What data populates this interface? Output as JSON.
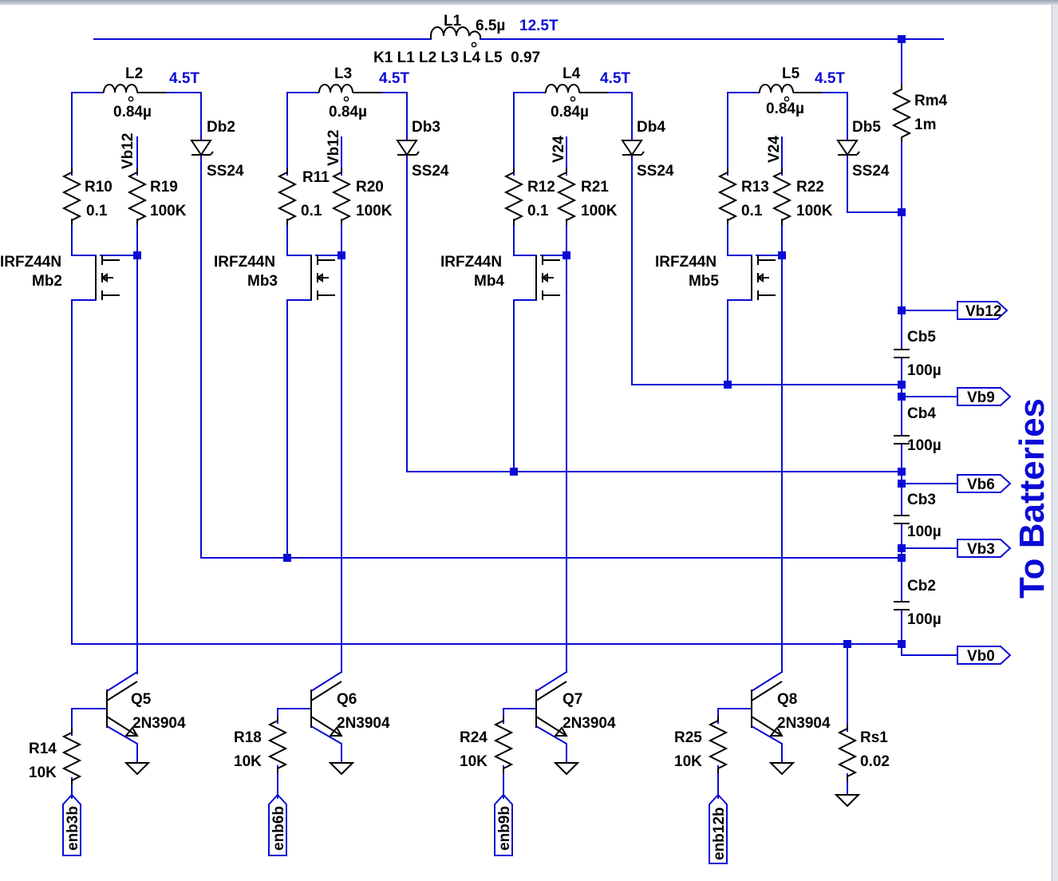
{
  "components": {
    "L1": {
      "ref": "L1",
      "value": "6.5µ",
      "rating": "12.5T"
    },
    "coupling": "K1 L1 L2 L3 L4 L5  0.97",
    "L2": {
      "ref": "L2",
      "value": "0.84µ",
      "rating": "4.5T"
    },
    "L3": {
      "ref": "L3",
      "value": "0.84µ",
      "rating": "4.5T"
    },
    "L4": {
      "ref": "L4",
      "value": "0.84µ",
      "rating": "4.5T"
    },
    "L5": {
      "ref": "L5",
      "value": "0.84µ",
      "rating": "4.5T"
    },
    "Db2": {
      "ref": "Db2",
      "part": "SS24"
    },
    "Db3": {
      "ref": "Db3",
      "part": "SS24"
    },
    "Db4": {
      "ref": "Db4",
      "part": "SS24"
    },
    "Db5": {
      "ref": "Db5",
      "part": "SS24"
    },
    "R10": {
      "ref": "R10",
      "value": "0.1"
    },
    "R11": {
      "ref": "R11",
      "value": "0.1"
    },
    "R12": {
      "ref": "R12",
      "value": "0.1"
    },
    "R13": {
      "ref": "R13",
      "value": "0.1"
    },
    "R19": {
      "ref": "R19",
      "value": "100K"
    },
    "R20": {
      "ref": "R20",
      "value": "100K"
    },
    "R21": {
      "ref": "R21",
      "value": "100K"
    },
    "R22": {
      "ref": "R22",
      "value": "100K"
    },
    "Mb2": {
      "ref": "Mb2",
      "part": "IRFZ44N"
    },
    "Mb3": {
      "ref": "Mb3",
      "part": "IRFZ44N"
    },
    "Mb4": {
      "ref": "Mb4",
      "part": "IRFZ44N"
    },
    "Mb5": {
      "ref": "Mb5",
      "part": "IRFZ44N"
    },
    "Q5": {
      "ref": "Q5",
      "part": "2N3904"
    },
    "Q6": {
      "ref": "Q6",
      "part": "2N3904"
    },
    "Q7": {
      "ref": "Q7",
      "part": "2N3904"
    },
    "Q8": {
      "ref": "Q8",
      "part": "2N3904"
    },
    "R14": {
      "ref": "R14",
      "value": "10K"
    },
    "R18": {
      "ref": "R18",
      "value": "10K"
    },
    "R24": {
      "ref": "R24",
      "value": "10K"
    },
    "R25": {
      "ref": "R25",
      "value": "10K"
    },
    "Rm4": {
      "ref": "Rm4",
      "value": "1m"
    },
    "Rs1": {
      "ref": "Rs1",
      "value": "0.02"
    },
    "Cb2": {
      "ref": "Cb2",
      "value": "100µ"
    },
    "Cb3": {
      "ref": "Cb3",
      "value": "100µ"
    },
    "Cb4": {
      "ref": "Cb4",
      "value": "100µ"
    },
    "Cb5": {
      "ref": "Cb5",
      "value": "100µ"
    }
  },
  "supply_labels": {
    "s1": "Vb12",
    "s2": "Vb12",
    "s3": "V24",
    "s4": "V24"
  },
  "outputs": {
    "vb12": "Vb12",
    "vb9": "Vb9",
    "vb6": "Vb6",
    "vb3": "Vb3",
    "vb0": "Vb0"
  },
  "enables": {
    "e1": "enb3b",
    "e2": "enb6b",
    "e3": "enb9b",
    "e4": "enb12b"
  },
  "side_title": "To Batteries",
  "colors": {
    "wire": "#0a0ad6",
    "component": "#000000",
    "label": "#000000",
    "accent": "#0a0ad6",
    "background": "#ffffff"
  }
}
